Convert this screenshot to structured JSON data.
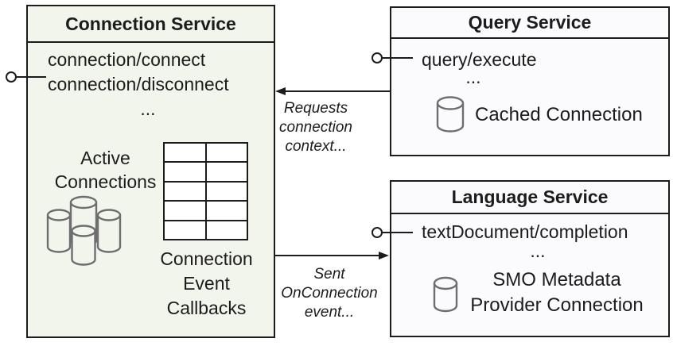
{
  "colors": {
    "border": "#1c1c1c",
    "connection_box_fill": "#f2f5ec",
    "service_box_fill": "#fbfbfd",
    "cylinder_stroke": "#6e6e6e",
    "text": "#1c1c1c"
  },
  "connection_service": {
    "title": "Connection Service",
    "method_1": "connection/connect",
    "method_2": "connection/disconnect",
    "ellipsis": "...",
    "active_connections_line1": "Active",
    "active_connections_line2": "Connections",
    "callbacks_table": {
      "rows": 5,
      "cols": 2
    },
    "callbacks_line1": "Connection",
    "callbacks_line2": "Event",
    "callbacks_line3": "Callbacks"
  },
  "query_service": {
    "title": "Query Service",
    "method_1": "query/execute",
    "ellipsis": "...",
    "cached_connection_label": "Cached Connection"
  },
  "language_service": {
    "title": "Language Service",
    "method_1": "textDocument/completion",
    "ellipsis": "...",
    "provider_line1": "SMO Metadata",
    "provider_line2": "Provider Connection"
  },
  "arrow_labels": {
    "requests_line1": "Requests",
    "requests_line2": "connection",
    "requests_line3": "context...",
    "sent_line1": "Sent",
    "sent_line2": "OnConnection",
    "sent_line3": "event..."
  },
  "icons": {
    "lollipop": "provided-interface-icon",
    "cluster": "active-connections-database-cluster-icon",
    "database": "database-cylinder-icon",
    "arrow_left": "requests-arrow-icon",
    "arrow_right": "sent-event-arrow-icon"
  }
}
